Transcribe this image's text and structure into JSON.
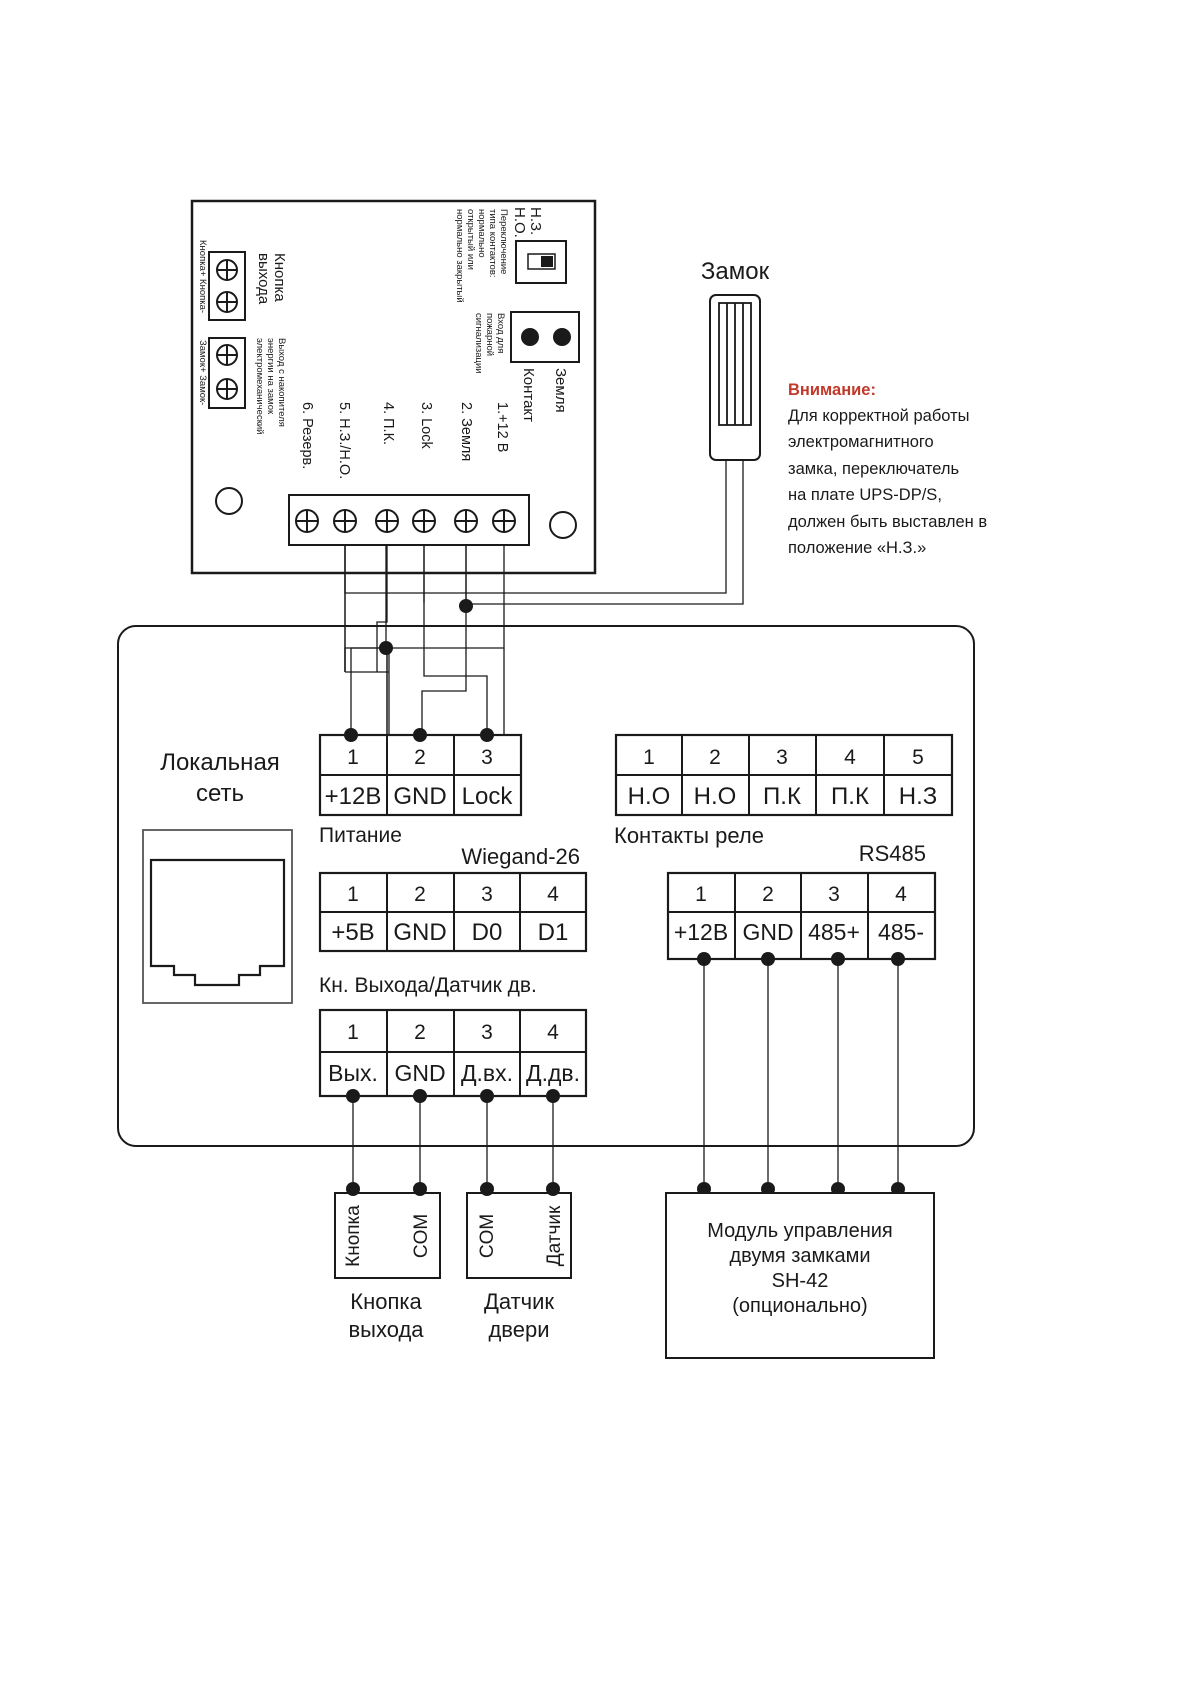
{
  "ups_board": {
    "switch_labels": [
      "Н.З.",
      "Н.О."
    ],
    "switch_desc": [
      "Переключение",
      "типа контактов:",
      "нормально",
      "открытый или",
      "нормально закрытый"
    ],
    "fire_input_desc": [
      "Вход для",
      "пожарной",
      "сигнализации"
    ],
    "fire_terminals": [
      "Контакт",
      "Земля"
    ],
    "exit_button_title": [
      "Кнопка",
      "выхода"
    ],
    "exit_button_terminals": "Кнопка+ Кнопка-",
    "lock_out_desc": [
      "Выход с накопителя",
      "энергии на замок",
      "электромеханический"
    ],
    "lock_out_terminals": "Замок+ Замок-",
    "terminal_labels": [
      "1.+12 В",
      "2. Земля",
      "3. Lock",
      "4. П.К.",
      "5. Н.З./Н.О.",
      "6. Резерв."
    ]
  },
  "lock": {
    "title": "Замок"
  },
  "warning": {
    "title": "Внимание:",
    "lines": [
      "Для корректной работы",
      "электромагнитного",
      "замка, переключатель",
      "на плате UPS-DP/S,",
      "должен быть выставлен в",
      "положение «Н.З.»"
    ]
  },
  "lan": {
    "title_lines": [
      "Локальная",
      "сеть"
    ]
  },
  "power": {
    "caption": "Питание",
    "numbers": [
      "1",
      "2",
      "3"
    ],
    "labels": [
      "+12В",
      "GND",
      "Lock"
    ]
  },
  "wiegand": {
    "caption": "Wiegand-26",
    "numbers": [
      "1",
      "2",
      "3",
      "4"
    ],
    "labels": [
      "+5В",
      "GND",
      "D0",
      "D1"
    ]
  },
  "exit_sensor": {
    "caption": "Кн. Выхода/Датчик дв.",
    "numbers": [
      "1",
      "2",
      "3",
      "4"
    ],
    "labels": [
      "Вых.",
      "GND",
      "Д.вх.",
      "Д.дв."
    ]
  },
  "relay": {
    "caption": "Контакты реле",
    "numbers": [
      "1",
      "2",
      "3",
      "4",
      "5"
    ],
    "labels": [
      "Н.О",
      "Н.О",
      "П.К",
      "П.К",
      "Н.З"
    ]
  },
  "rs485": {
    "caption": "RS485",
    "numbers": [
      "1",
      "2",
      "3",
      "4"
    ],
    "labels": [
      "+12В",
      "GND",
      "485+",
      "485-"
    ]
  },
  "exit_button_device": {
    "pins": [
      "Кнопка",
      "COM"
    ],
    "caption_lines": [
      "Кнопка",
      "выхода"
    ]
  },
  "door_sensor_device": {
    "pins": [
      "COM",
      "Датчик"
    ],
    "caption_lines": [
      "Датчик",
      "двери"
    ]
  },
  "sh42_module": {
    "lines": [
      "Модуль управления",
      "двумя замками",
      "SH-42",
      "(опционально)"
    ]
  }
}
